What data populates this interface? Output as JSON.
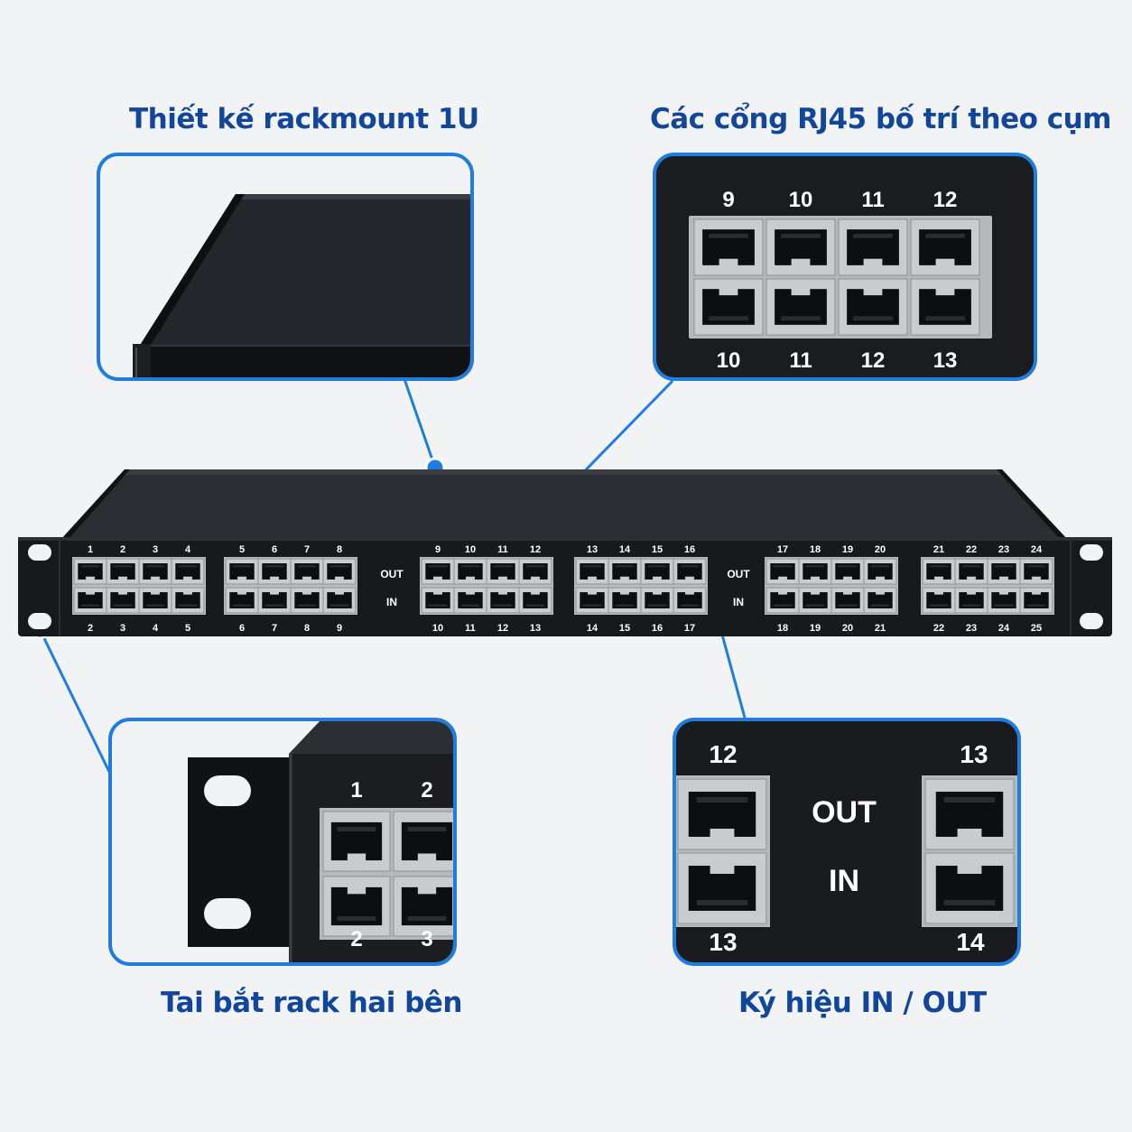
{
  "captions": {
    "top_left": "Thiết kế rackmount 1U",
    "top_right": "Các cổng RJ45 bố trí theo cụm",
    "bottom_left": "Tai bắt rack hai bên",
    "bottom_right": "Ký hiệu IN / OUT"
  },
  "panel": {
    "groups": [
      {
        "top": [
          "1",
          "2",
          "3",
          "4"
        ],
        "bottom": [
          "2",
          "3",
          "4",
          "5"
        ]
      },
      {
        "top": [
          "5",
          "6",
          "7",
          "8"
        ],
        "bottom": [
          "6",
          "7",
          "8",
          "9"
        ]
      },
      {
        "top": [
          "9",
          "10",
          "11",
          "12"
        ],
        "bottom": [
          "10",
          "11",
          "12",
          "13"
        ]
      },
      {
        "top": [
          "13",
          "14",
          "15",
          "16"
        ],
        "bottom": [
          "14",
          "15",
          "16",
          "17"
        ]
      },
      {
        "top": [
          "17",
          "18",
          "19",
          "20"
        ],
        "bottom": [
          "18",
          "19",
          "20",
          "21"
        ]
      },
      {
        "top": [
          "21",
          "22",
          "23",
          "24"
        ],
        "bottom": [
          "22",
          "23",
          "24",
          "25"
        ]
      }
    ],
    "out_label": "OUT",
    "in_label": "IN"
  },
  "zoom_ports": {
    "top": [
      "9",
      "10",
      "11",
      "12"
    ],
    "bottom": [
      "10",
      "11",
      "12",
      "13"
    ]
  },
  "zoom_ears": {
    "top": [
      "1",
      "2"
    ],
    "bottom": [
      "2",
      "3"
    ]
  },
  "zoom_inout": {
    "left_top": "12",
    "left_bottom": "13",
    "right_top": "13",
    "right_bottom": "14",
    "out": "OUT",
    "in": "IN"
  },
  "colors": {
    "accent": "#1f7de0",
    "caption": "#12469a",
    "chassis": "#1b1d20"
  }
}
